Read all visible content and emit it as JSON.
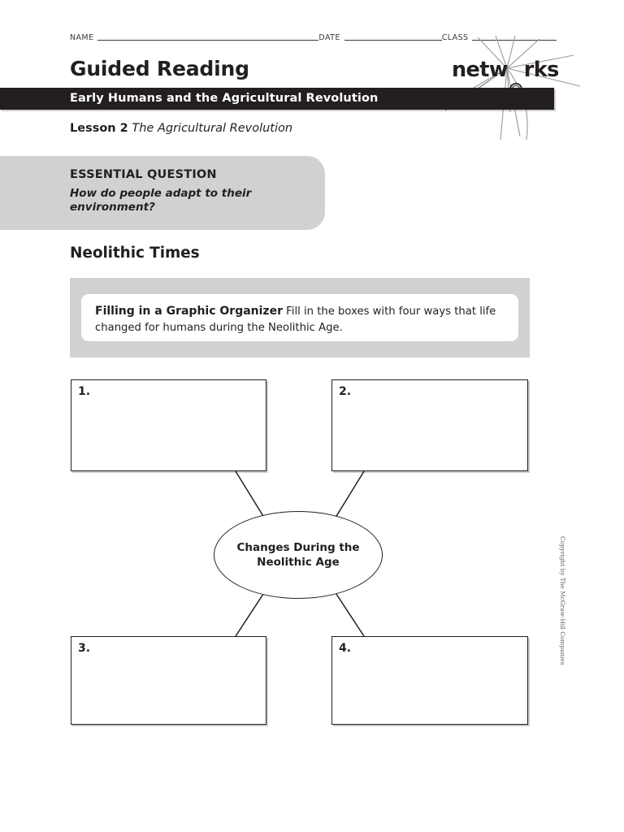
{
  "header": {
    "name_label": "NAME",
    "date_label": "DATE",
    "class_label": "CLASS",
    "title": "Guided Reading",
    "logo_text_before": "netw",
    "logo_text_after": "rks",
    "logo_name": "networks"
  },
  "chapter_bar": {
    "text": "Early Humans and the Agricultural Revolution",
    "background_color": "#231f20",
    "text_color": "#ffffff"
  },
  "lesson": {
    "label": "Lesson 2",
    "title": "The Agricultural Revolution"
  },
  "essential_question": {
    "heading": "ESSENTIAL QUESTION",
    "question": "How do people adapt to their environment?",
    "background_color": "#d1d1d1"
  },
  "section": {
    "heading": "Neolithic Times"
  },
  "directions": {
    "strong": "Filling in a Graphic Organizer",
    "text": " Fill in the boxes with four ways that life changed for humans during the Neolithic Age.",
    "outer_background_color": "#d1d1d1",
    "inner_background_color": "#ffffff"
  },
  "organizer": {
    "center_label": "Changes During the Neolithic Age",
    "boxes": [
      {
        "number": "1."
      },
      {
        "number": "2."
      },
      {
        "number": "3."
      },
      {
        "number": "4."
      }
    ]
  },
  "footer": {
    "copyright": "Copyright by The McGraw-Hill Companies"
  }
}
